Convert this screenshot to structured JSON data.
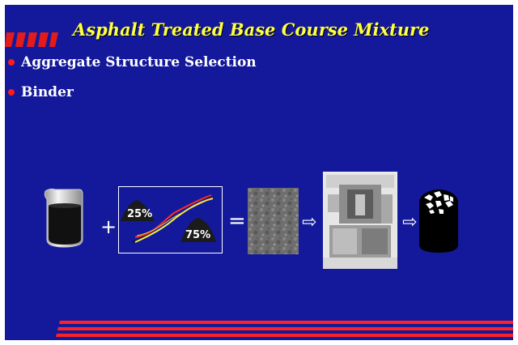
{
  "slide": {
    "title": "Asphalt Treated Base Course Mixture",
    "bullets": [
      "Aggregate Structure Selection",
      "Binder"
    ]
  },
  "diagram": {
    "plus": "+",
    "equals": "=",
    "arrow": "⇨",
    "percent_1": "25%",
    "percent_2": "75%"
  },
  "colors": {
    "background": "#13199a",
    "title": "#ffff44",
    "bullet_dot": "#ff1a1a",
    "accent_lines": "#ff2222"
  }
}
